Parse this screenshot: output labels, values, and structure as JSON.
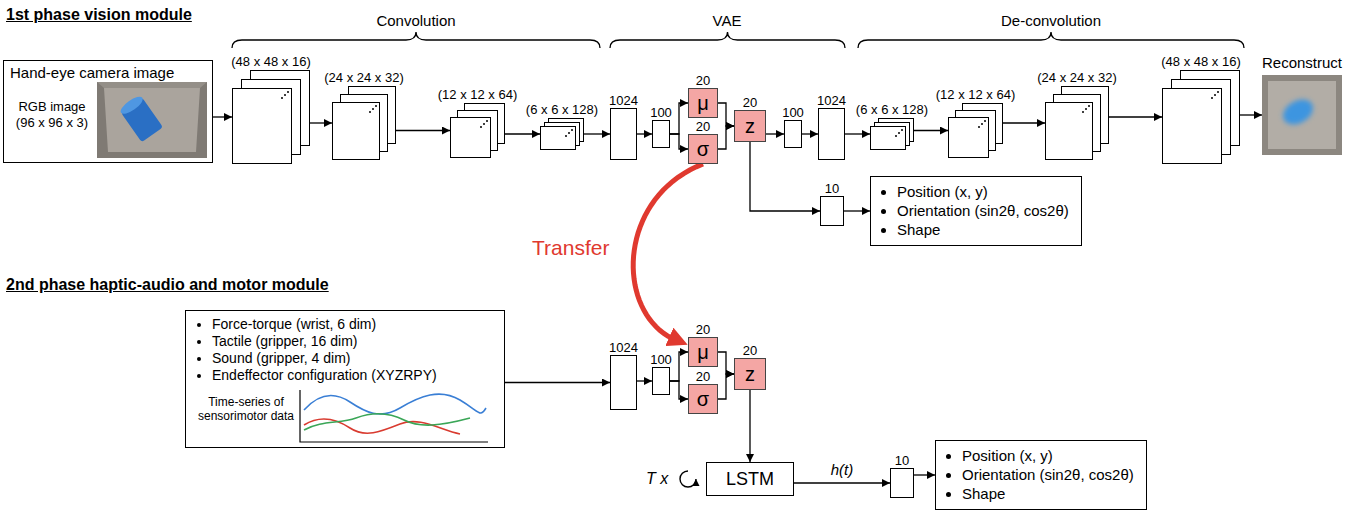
{
  "diagram": {
    "nodes": [
      {
        "text": [
          "Hand-eye camera image",
          "RGB image (96 x 96 x 3)"
        ]
      },
      {
        "text": [
          "(48 x 48 x 16)"
        ]
      },
      {
        "text": [
          "(24 x 24 x 32)"
        ]
      },
      {
        "text": [
          "(12 x 12 x 64)"
        ]
      },
      {
        "text": [
          "(6 x 6 x 128)"
        ]
      },
      {
        "text": [
          "1024"
        ]
      },
      {
        "text": [
          "100"
        ]
      },
      {
        "text": [
          "20",
          "μ"
        ]
      },
      {
        "text": [
          "20",
          "σ"
        ]
      },
      {
        "text": [
          "20",
          "z"
        ]
      },
      {
        "text": [
          "100"
        ]
      },
      {
        "text": [
          "1024"
        ]
      },
      {
        "text": [
          "(6 x 6 x 128)"
        ]
      },
      {
        "text": [
          "(12 x 12 x 64)"
        ]
      },
      {
        "text": [
          "(24 x 24 x 32)"
        ]
      },
      {
        "text": [
          "(48 x 48 x 16)"
        ]
      },
      {
        "text": [
          "Reconstruct"
        ]
      },
      {
        "text": [
          "10"
        ]
      },
      {
        "text": [
          "Position (x, y)",
          "Orientation (sin2θ, cos2θ)",
          "Shape"
        ]
      },
      {
        "text": [
          "Force-torque (wrist, 6 dim)",
          "Tactile (gripper, 16 dim)",
          "Sound (gripper, 4 dim)",
          "Endeffector configuration (XYZRPY)",
          "Time-series of sensorimotor data"
        ]
      },
      {
        "text": [
          "1024"
        ]
      },
      {
        "text": [
          "100"
        ]
      },
      {
        "text": [
          "20",
          "μ"
        ]
      },
      {
        "text": [
          "20",
          "σ"
        ]
      },
      {
        "text": [
          "20",
          "z"
        ]
      },
      {
        "text": [
          "LSTM"
        ]
      },
      {
        "text": [
          "10"
        ]
      },
      {
        "text": [
          "Position (x, y)",
          "Orientation (sin2θ, cos2θ)",
          "Shape"
        ]
      }
    ],
    "edges": [
      {
        "from": 0,
        "to": 1,
        "arrow": "to"
      },
      {
        "from": 1,
        "to": 2,
        "arrow": "to"
      },
      {
        "from": 2,
        "to": 3,
        "arrow": "to"
      },
      {
        "from": 3,
        "to": 4,
        "arrow": "to"
      },
      {
        "from": 4,
        "to": 5,
        "arrow": "to"
      },
      {
        "from": 5,
        "to": 6,
        "arrow": "to"
      },
      {
        "from": 6,
        "to": 7,
        "arrow": "to"
      },
      {
        "from": 6,
        "to": 8,
        "arrow": "to"
      },
      {
        "from": 7,
        "to": 9,
        "arrow": "to"
      },
      {
        "from": 8,
        "to": 9,
        "arrow": "to"
      },
      {
        "from": 9,
        "to": 10,
        "arrow": "to"
      },
      {
        "from": 10,
        "to": 11,
        "arrow": "to"
      },
      {
        "from": 11,
        "to": 12,
        "arrow": "to"
      },
      {
        "from": 12,
        "to": 13,
        "arrow": "to"
      },
      {
        "from": 13,
        "to": 14,
        "arrow": "to"
      },
      {
        "from": 14,
        "to": 15,
        "arrow": "to"
      },
      {
        "from": 15,
        "to": 16,
        "arrow": "to"
      },
      {
        "from": 9,
        "to": 17,
        "arrow": "to"
      },
      {
        "from": 17,
        "to": 18,
        "arrow": "to"
      },
      {
        "from": 8,
        "to": 22,
        "label": "Transfer",
        "arrow": "to"
      },
      {
        "from": 19,
        "to": 20,
        "arrow": "to"
      },
      {
        "from": 20,
        "to": 21,
        "arrow": "to"
      },
      {
        "from": 21,
        "to": 22,
        "arrow": "to"
      },
      {
        "from": 21,
        "to": 23,
        "arrow": "to"
      },
      {
        "from": 22,
        "to": 24,
        "arrow": "to"
      },
      {
        "from": 23,
        "to": 24,
        "arrow": "to"
      },
      {
        "from": 24,
        "to": 25,
        "arrow": "to"
      },
      {
        "from": 25,
        "to": 26,
        "label": "h(t)",
        "arrow": "to"
      },
      {
        "from": 26,
        "to": 27,
        "arrow": "to"
      }
    ],
    "labels": [
      "1st phase vision module",
      "Convolution",
      "VAE",
      "De-convolution",
      "2nd phase haptic-audio and motor module",
      "T x"
    ]
  }
}
